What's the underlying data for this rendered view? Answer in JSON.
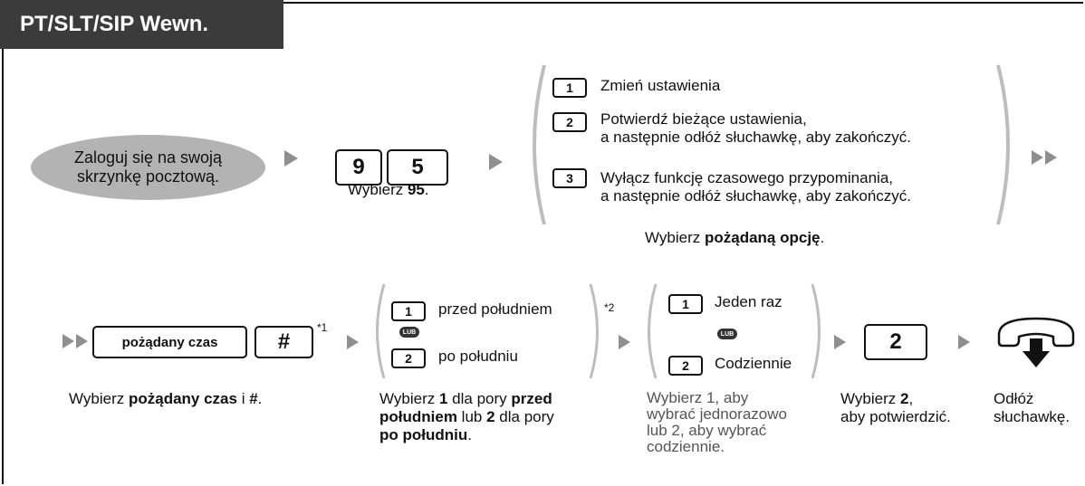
{
  "header": {
    "title": "PT/SLT/SIP Wewn."
  },
  "step1": {
    "oval_line1": "Zaloguj się na swoją",
    "oval_line2": "skrzynkę pocztową."
  },
  "step2": {
    "key1": "9",
    "key2": "5",
    "caption_pre": "Wybierz ",
    "caption_bold": "95",
    "caption_post": "."
  },
  "options": {
    "o1_key": "1",
    "o1_text": "Zmień ustawienia",
    "o2_key": "2",
    "o2_line1": "Potwierdź bieżące ustawienia,",
    "o2_line2": "a następnie odłóż słuchawkę, aby zakończyć.",
    "o3_key": "3",
    "o3_line1": "Wyłącz funkcję czasowego przypominania,",
    "o3_line2": "a następnie odłóż słuchawkę, aby zakończyć.",
    "caption_pre": "Wybierz ",
    "caption_bold": "pożądaną opcję",
    "caption_post": "."
  },
  "time": {
    "field": "pożądany czas",
    "hash": "#",
    "note": "*1",
    "caption_pre": "Wybierz ",
    "caption_bold": "pożądany czas",
    "caption_mid": " i ",
    "caption_bold2": "#",
    "caption_post": "."
  },
  "ampm": {
    "k1": "1",
    "t1": "przed południem",
    "lub": "LUB",
    "k2": "2",
    "t2": "po południu",
    "note": "*2",
    "c_pre": "Wybierz ",
    "c_b1": "1",
    "c_m1": " dla pory ",
    "c_b2": "przed",
    "c_b3": "południem",
    "c_m2": " lub ",
    "c_b4": "2",
    "c_m3": " dla pory",
    "c_b5": "po południu",
    "c_end": "."
  },
  "repeat": {
    "k1": "1",
    "t1": "Jeden raz",
    "lub": "LUB",
    "k2": "2",
    "t2": "Codziennie",
    "c1": "Wybierz 1, aby",
    "c2": "wybrać jednorazowo",
    "c3": "lub 2, aby wybrać",
    "c4": "codziennie."
  },
  "confirm": {
    "key": "2",
    "c1_pre": "Wybierz ",
    "c1_bold": "2",
    "c1_post": ",",
    "c2": "aby potwierdzić."
  },
  "hangup": {
    "c1": "Odłóż",
    "c2": "słuchawkę."
  },
  "colors": {
    "header_bg": "#3b3b3b",
    "oval": "#b3b3b3",
    "arrow": "#8f8f8f",
    "paren": "#bdbdbd"
  }
}
